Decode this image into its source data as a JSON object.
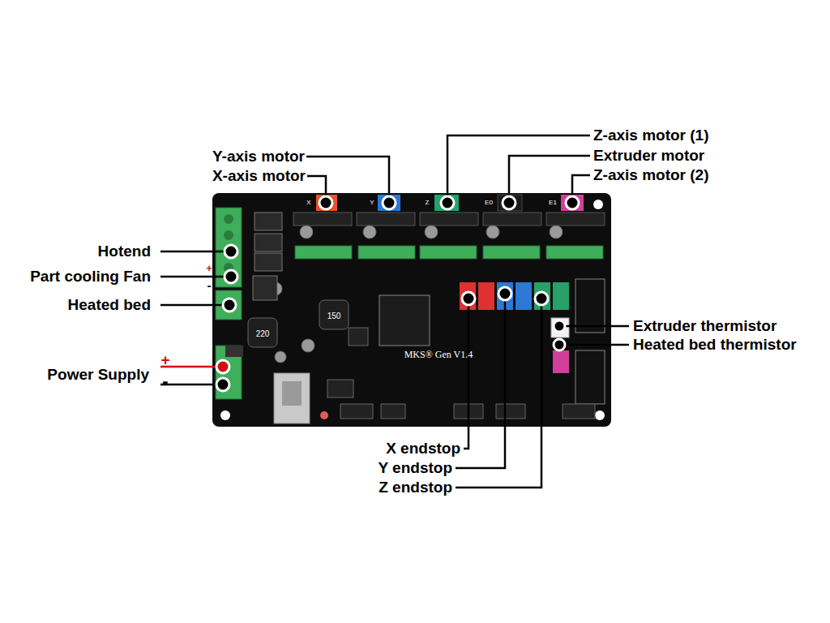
{
  "diagram": {
    "labels": [
      "Y-axis motor",
      "X-axis motor",
      "Z-axis motor (1)",
      "Extruder motor",
      "Z-axis motor (2)",
      "Hotend",
      "Part cooling Fan",
      "+",
      "-",
      "Heated bed",
      "+",
      "Power Supply",
      "-",
      "Extruder thermistor",
      "Heated bed thermistor",
      "X endstop",
      "Y endstop",
      "Z endstop",
      "MKS® Gen V1.4",
      "X",
      "Y",
      "Z",
      "E0",
      "E1",
      "220",
      "150"
    ]
  }
}
